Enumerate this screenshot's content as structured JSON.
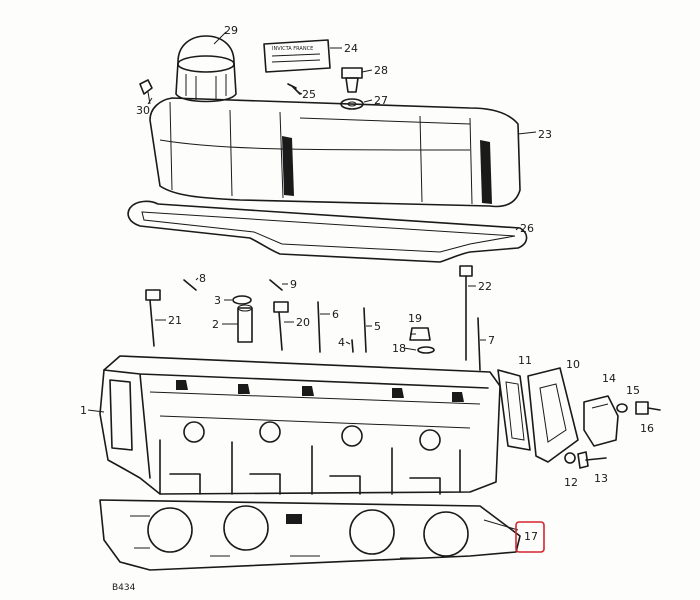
{
  "diagram": {
    "figure_id": "B434",
    "highlight_color": "#d6242f",
    "highlighted_part": "17",
    "plate_text": "INVICTA FRANCE",
    "callouts": {
      "c1": "1",
      "c2": "2",
      "c3": "3",
      "c4": "4",
      "c5": "5",
      "c6": "6",
      "c7": "7",
      "c8": "8",
      "c9": "9",
      "c10": "10",
      "c11": "11",
      "c12": "12",
      "c13": "13",
      "c14": "14",
      "c15": "15",
      "c16": "16",
      "c17": "17",
      "c18": "18",
      "c19": "19",
      "c20": "20",
      "c21": "21",
      "c22": "22",
      "c23": "23",
      "c24": "24",
      "c25": "25",
      "c26": "26",
      "c27": "27",
      "c28": "28",
      "c29": "29",
      "c30": "30"
    }
  }
}
